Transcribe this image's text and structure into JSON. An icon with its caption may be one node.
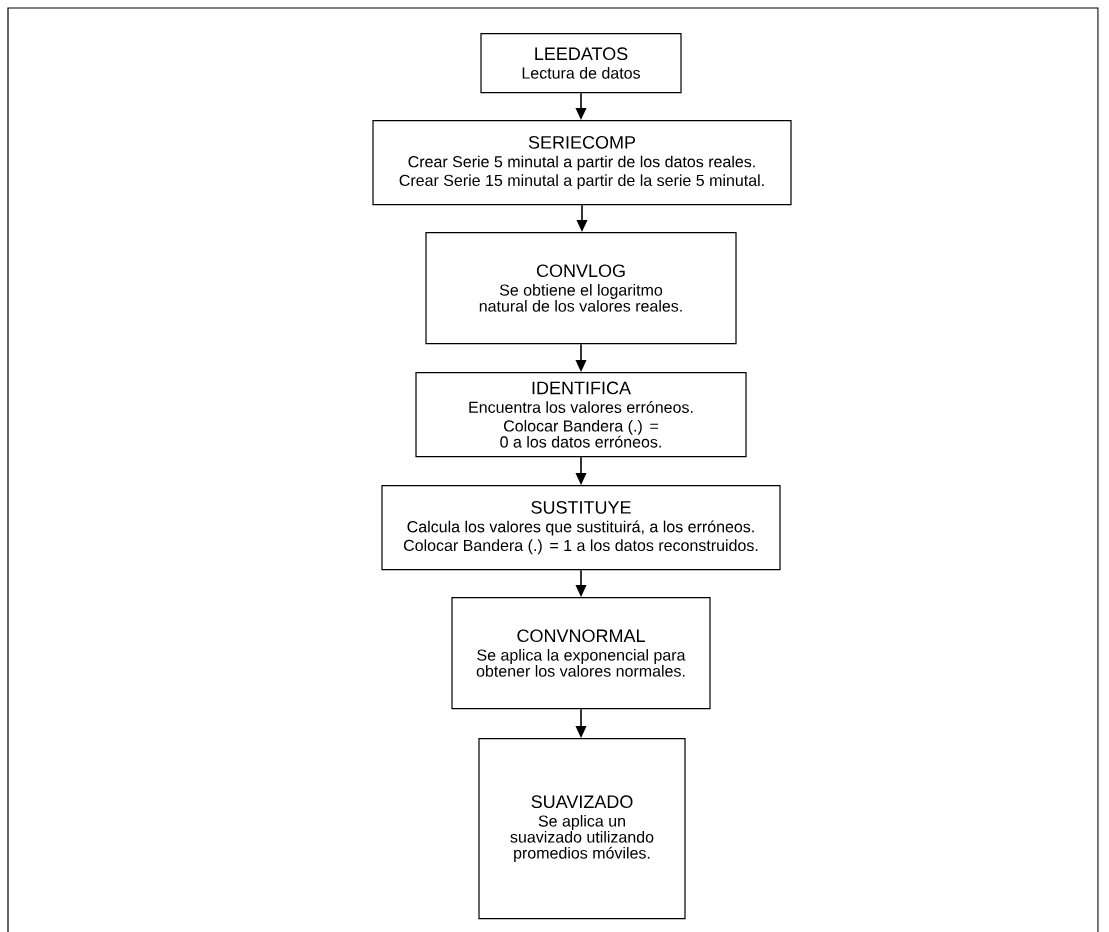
{
  "diagram": {
    "nodes": [
      {
        "text": [
          "LEEDATOS",
          "Lectura de datos"
        ]
      },
      {
        "text": [
          "SERIECOMP",
          "Crear Serie 5 minutal a partir de los datos reales.",
          "Crear Serie 15 minutal a partir de la serie 5 minutal."
        ]
      },
      {
        "text": [
          "CONVLOG",
          "Se obtiene el logaritmo natural de los valores reales."
        ]
      },
      {
        "text": [
          "IDENTIFICA",
          "Encuentra los valores erróneos.",
          "Colocar Bandera (.) = 0 a los datos erróneos."
        ]
      },
      {
        "text": [
          "SUSTITUYE",
          "Calcula los valores que sustituirá, a los erróneos.",
          "Colocar Bandera (.) = 1 a los datos reconstruidos."
        ]
      },
      {
        "text": [
          "CONVNORMAL",
          "Se aplica la exponencial para obtener los valores normales."
        ]
      },
      {
        "text": [
          "SUAVIZADO",
          "Se aplica un suavizado utilizando promedios móviles."
        ]
      }
    ],
    "edges": [
      {
        "from": 0,
        "to": 1,
        "arrow": "to"
      },
      {
        "from": 1,
        "to": 2,
        "arrow": "to"
      },
      {
        "from": 2,
        "to": 3,
        "arrow": "to"
      },
      {
        "from": 3,
        "to": 4,
        "arrow": "to"
      },
      {
        "from": 4,
        "to": 5,
        "arrow": "to"
      },
      {
        "from": 5,
        "to": 6,
        "arrow": "to"
      }
    ]
  }
}
